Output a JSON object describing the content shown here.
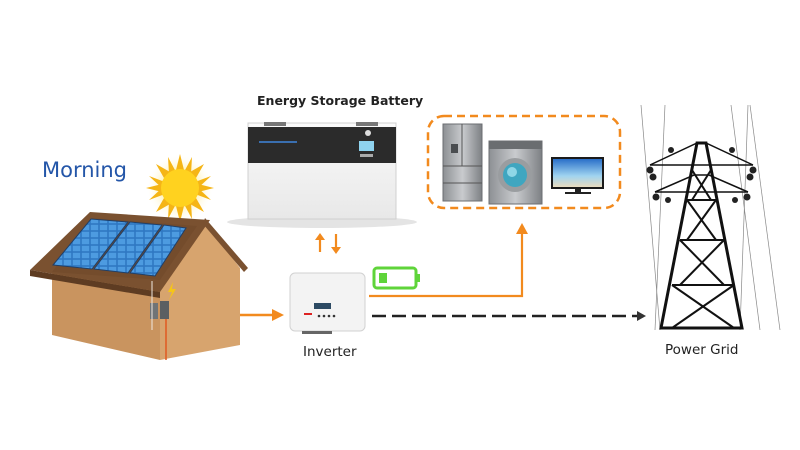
{
  "title": "Morning",
  "labels": {
    "battery": "Energy Storage Battery",
    "inverter": "Inverter",
    "grid": "Power Grid"
  },
  "components": {
    "solar_house": "house-with-solar-panels",
    "sun": "sun-icon",
    "battery_unit": "energy-storage-battery",
    "inverter_unit": "inverter",
    "appliances": [
      "refrigerator",
      "washing-machine",
      "television"
    ],
    "battery_status": "battery-charging-icon",
    "grid_tower": "transmission-tower"
  },
  "flows": [
    {
      "from": "house",
      "to": "inverter",
      "style": "solid",
      "color": "#f28a1e"
    },
    {
      "from": "inverter",
      "to": "battery",
      "style": "bidirectional",
      "color": "#f28a1e"
    },
    {
      "from": "inverter",
      "to": "appliances",
      "style": "solid",
      "color": "#f28a1e"
    },
    {
      "from": "inverter",
      "to": "grid",
      "style": "dashed",
      "color": "#222222"
    }
  ],
  "colors": {
    "accent_orange": "#f28a1e",
    "title_blue": "#2456a8",
    "battery_green": "#5fd43a"
  }
}
